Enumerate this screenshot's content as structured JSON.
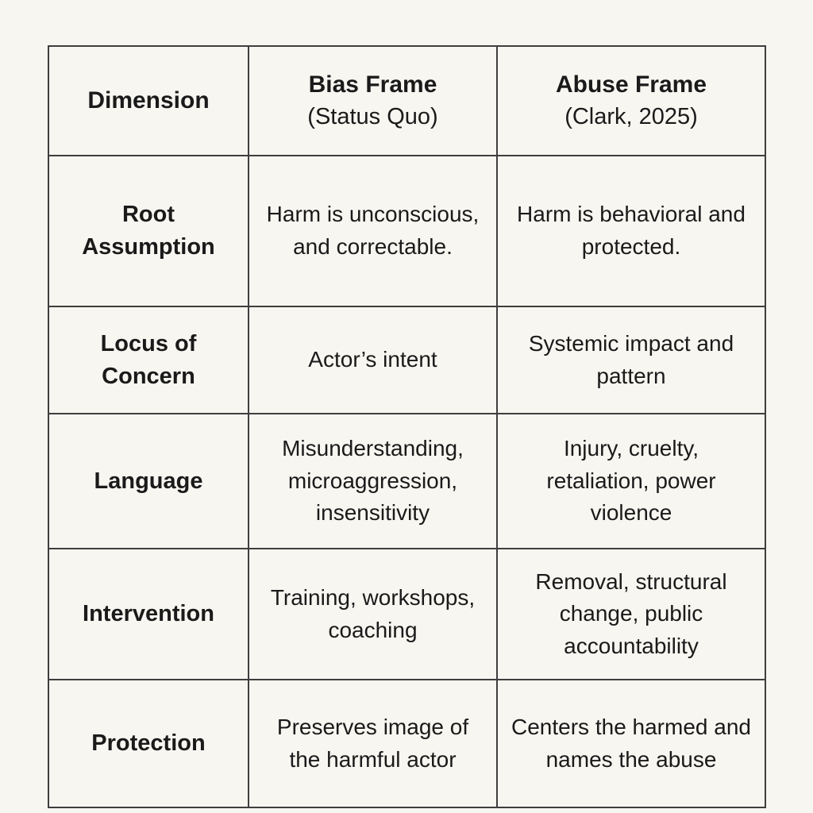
{
  "table": {
    "colors": {
      "background": "#f8f6f1",
      "border": "#3e3e3e",
      "text": "#1a1a1a"
    },
    "columns": [
      {
        "title": "Dimension",
        "subtitle": ""
      },
      {
        "title": "Bias Frame",
        "subtitle": "(Status Quo)"
      },
      {
        "title": "Abuse Frame",
        "subtitle": "(Clark, 2025)"
      }
    ],
    "rows": [
      {
        "dimension": "Root Assumption",
        "bias": "Harm is unconscious, and correctable.",
        "abuse": "Harm is behavioral and protected."
      },
      {
        "dimension": "Locus of Concern",
        "bias": "Actor’s intent",
        "abuse": "Systemic impact and pattern"
      },
      {
        "dimension": "Language",
        "bias": "Misunderstanding, microaggression, insensitivity",
        "abuse": "Injury, cruelty, retaliation, power violence"
      },
      {
        "dimension": "Intervention",
        "bias": "Training, workshops, coaching",
        "abuse": "Removal, structural change, public accountability"
      },
      {
        "dimension": "Protection",
        "bias": "Preserves image of the harmful actor",
        "abuse": "Centers the harmed and names the abuse"
      }
    ]
  }
}
